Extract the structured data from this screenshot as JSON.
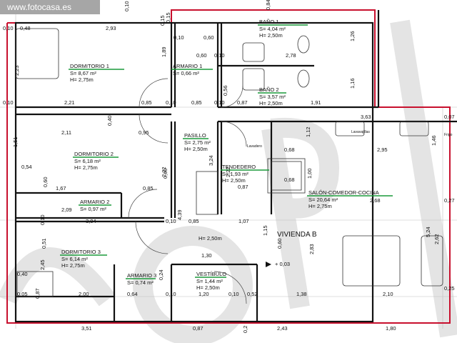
{
  "watermark_url": "www.fotocasa.es",
  "dwelling_label": "VIVIENDA B",
  "level_mark": "+ 0,03",
  "area_prefix": "S=",
  "height_prefix": "H=",
  "rooms": [
    {
      "name": "BAÑO 1",
      "area": "4,04 m²",
      "height": "2,50m"
    },
    {
      "name": "DORMITORIO 1",
      "area": "8,67 m²",
      "height": "2,75m"
    },
    {
      "name": "ARMARIO 1",
      "area": "0,66 m²",
      "height": ""
    },
    {
      "name": "BAÑO 2",
      "area": "3,57 m²",
      "height": "2,50m"
    },
    {
      "name": "DORMITORIO 2",
      "area": "6,18 m²",
      "height": "2,75m"
    },
    {
      "name": "PASILLO",
      "area": "2,75 m²",
      "height": "2,50m"
    },
    {
      "name": "TENDEDERO",
      "area": "1,93 m²",
      "height": "2,50m"
    },
    {
      "name": "ARMARIO 2",
      "area": "0,97 m²",
      "height": ""
    },
    {
      "name": "SALÓN-COMEDOR-COCINA",
      "area": "20,64 m²",
      "height": "2,75m"
    },
    {
      "name": "DORMITORIO 3",
      "area": "6,14 m²",
      "height": "2,75m"
    },
    {
      "name": "ARMARIO 3",
      "area": "0,74 m²",
      "height": ""
    },
    {
      "name": "VESTÍBULO",
      "area": "1,44 m²",
      "height": "2,50m"
    }
  ],
  "notes": [
    "H= 2,50m",
    "Lavadero",
    "Lavavajillas",
    "Frigo"
  ],
  "dimensions": [
    "0,10",
    "0,48",
    "2,93",
    "0,15",
    "0,84",
    "0,15",
    "0,10",
    "0,60",
    "1,89",
    "0,60",
    "0,10",
    "2,78",
    "2,23",
    "0,10",
    "2,21",
    "0,85",
    "0,10",
    "0,85",
    "0,10",
    "0,56",
    "0,87",
    "1,91",
    "3,63",
    "0,07",
    "2,11",
    "0,40",
    "0,95",
    "1,51",
    "1,12",
    "0,68",
    "2,95",
    "1,46",
    "0,54",
    "0,60",
    "2,22",
    "4,39",
    "3,24",
    "2,22",
    "1,00",
    "1,67",
    "0,85",
    "0,60",
    "0,87",
    "0,68",
    "2,68",
    "0,27",
    "0,51",
    "2,09",
    "0,10",
    "3,04",
    "0,10",
    "0,85",
    "1,07",
    "0,60",
    "1,15",
    "5,24",
    "2,83",
    "2,62",
    "1,30",
    "0,40",
    "2,45",
    "0,05",
    "0,87",
    "2,00",
    "0,64",
    "0,10",
    "1,20",
    "0,10",
    "0,52",
    "1,38",
    "2,10",
    "0,25",
    "3,51",
    "0,87",
    "0,2",
    "2,43",
    "1,80",
    "1,16",
    "1,26",
    "0,10",
    "0,24"
  ],
  "colors": {
    "outline": "#c8102e",
    "wall": "#111111",
    "underline": "#1a9a3a",
    "watermark": "#e2e2e2"
  }
}
